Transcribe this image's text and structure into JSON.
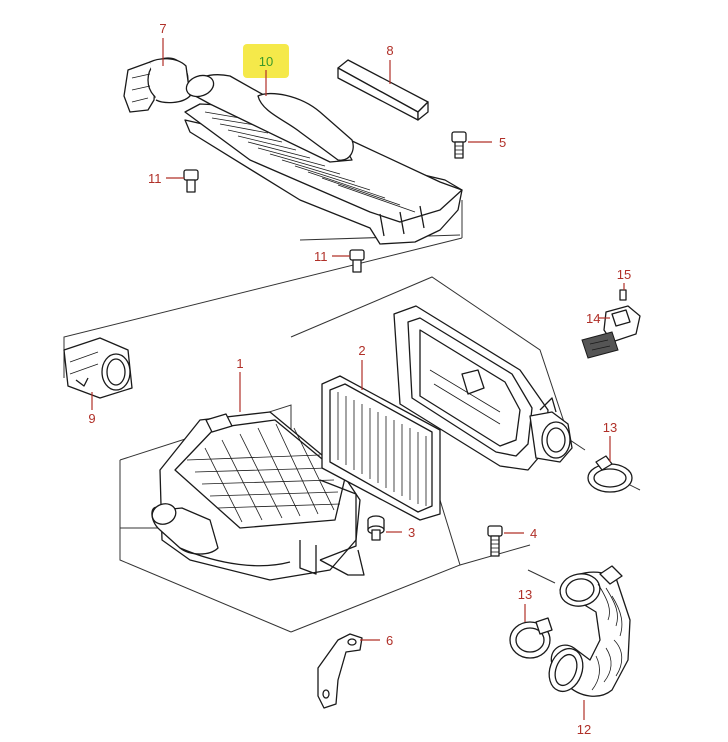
{
  "diagram": {
    "labels": [
      "1",
      "2",
      "3",
      "4",
      "5",
      "6",
      "7",
      "8",
      "9",
      "10",
      "11",
      "11",
      "12",
      "13",
      "13",
      "14",
      "15"
    ]
  },
  "colors": {
    "label_text": "#b03028",
    "highlight": "#f5e94a",
    "highlight_text": "#3a9a2a",
    "line_art": "#1a1a1a"
  }
}
